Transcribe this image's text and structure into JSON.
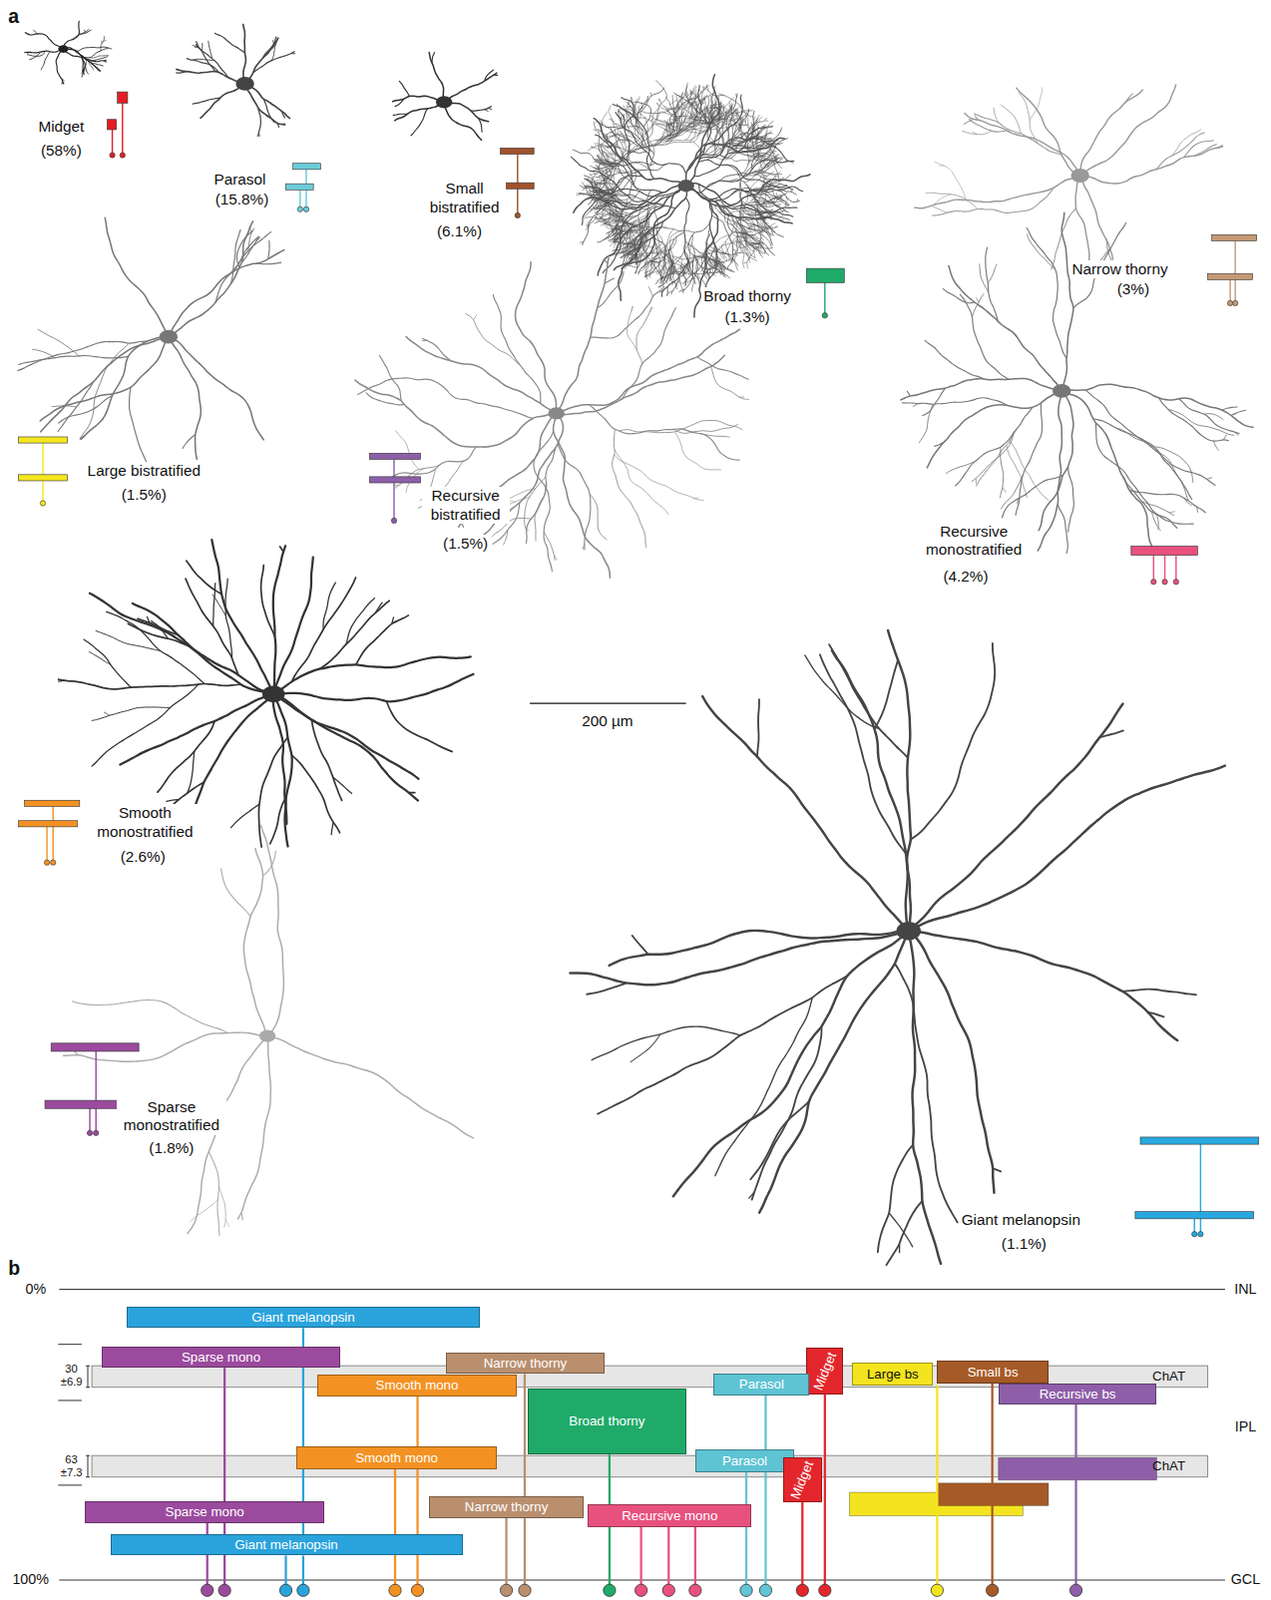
{
  "diagram": {
    "nodes": [
      {
        "text": [
          "Giant melanopsin"
        ]
      },
      {
        "text": [
          "Sparse mono"
        ]
      },
      {
        "text": [
          "Narrow thorny"
        ]
      },
      {
        "text": [
          "Midget"
        ]
      },
      {
        "text": [
          "Large bs"
        ]
      },
      {
        "text": [
          "Small bs"
        ]
      },
      {
        "text": [
          "ChAT"
        ]
      },
      {
        "text": [
          "Smooth mono"
        ]
      },
      {
        "text": [
          "Parasol"
        ]
      },
      {
        "text": [
          "Recursive bs"
        ]
      },
      {
        "text": [
          "Broad thorny"
        ]
      },
      {
        "text": [
          "Smooth mono"
        ]
      },
      {
        "text": [
          "Parasol"
        ]
      },
      {
        "text": [
          "ChAT"
        ]
      },
      {
        "text": [
          "Midget"
        ]
      },
      {
        "text": [
          "Narrow thorny"
        ]
      },
      {
        "text": [
          "Sparse mono"
        ]
      },
      {
        "text": [
          "Recursive mono"
        ]
      },
      {
        "text": [
          "Giant melanopsin"
        ]
      }
    ],
    "edges": [
      {
        "from": 0,
        "to": 18,
        "arrow": "none"
      },
      {
        "from": 1,
        "to": 16,
        "arrow": "none"
      },
      {
        "from": 2,
        "to": 15,
        "arrow": "none"
      },
      {
        "from": 7,
        "to": 11,
        "arrow": "none"
      },
      {
        "from": 8,
        "to": 12,
        "arrow": "none"
      }
    ],
    "labels": [
      "a",
      "Midget",
      "(58%)",
      "Parasol",
      "(15.8%)",
      "Small bistratified",
      "(6.1%)",
      "Broad thorny",
      "(1.3%)",
      "Narrow thorny",
      "(3%)",
      "Large bistratified",
      "(1.5%)",
      "Recursive bistratified",
      "(1.5%)",
      "Recursive monostratified",
      "(4.2%)",
      "Smooth monostratified",
      "(2.6%)",
      "200 µm",
      "Sparse monostratified",
      "(1.8%)",
      "Giant melanopsin",
      "(1.1%)",
      "b",
      "0%",
      "INL",
      "30 ±6.9",
      "IPL",
      "63 ±7.3",
      "100%",
      "GCL"
    ]
  }
}
